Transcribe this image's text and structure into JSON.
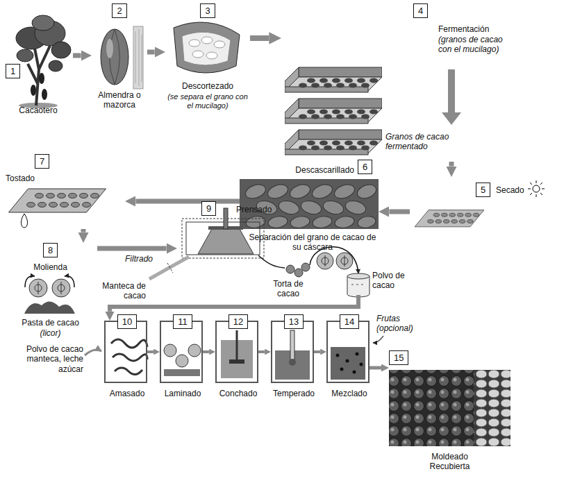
{
  "diagram": {
    "nodes": [
      {
        "text": [
          "1",
          "Cacaotero"
        ]
      },
      {
        "text": [
          "2",
          "Almendra o mazorca"
        ]
      },
      {
        "text": [
          "3",
          "Descortezado",
          "(se separa el grano con el mucilago)"
        ]
      },
      {
        "text": [
          "4",
          "Fermentación",
          "(granos de cacao con el mucilago)",
          "Granos de cacao fermentado"
        ]
      },
      {
        "text": [
          "5",
          "Secado"
        ]
      },
      {
        "text": [
          "6",
          "Descascarillado",
          "Separación del grano de cacao de su cáscara"
        ]
      },
      {
        "text": [
          "7",
          "Tostado"
        ]
      },
      {
        "text": [
          "8",
          "Molienda",
          "Pasta de cacao",
          "(licor)"
        ]
      },
      {
        "text": [
          "9",
          "Prensado"
        ]
      },
      {
        "text": [
          "10",
          "Amasado"
        ]
      },
      {
        "text": [
          "11",
          "Laminado"
        ]
      },
      {
        "text": [
          "12",
          "Conchado"
        ]
      },
      {
        "text": [
          "13",
          "Temperado"
        ]
      },
      {
        "text": [
          "14",
          "Mezclado"
        ]
      },
      {
        "text": [
          "15",
          "Moldeado Recubierta"
        ]
      }
    ],
    "edges": [
      {
        "from": 0,
        "to": 1,
        "arrow": "to"
      },
      {
        "from": 1,
        "to": 2,
        "arrow": "to"
      },
      {
        "from": 2,
        "to": 3,
        "arrow": "to"
      },
      {
        "from": 3,
        "to": 4,
        "arrow": "to"
      },
      {
        "from": 4,
        "to": 5,
        "arrow": "to"
      },
      {
        "from": 5,
        "to": 6,
        "arrow": "to"
      },
      {
        "from": 6,
        "to": 7,
        "arrow": "to"
      },
      {
        "from": 7,
        "to": 8,
        "arrow": "to"
      },
      {
        "from": 8,
        "to": 9,
        "arrow": "to"
      },
      {
        "from": 9,
        "to": 10,
        "arrow": "to"
      },
      {
        "from": 10,
        "to": 11,
        "arrow": "to"
      },
      {
        "from": 11,
        "to": 12,
        "arrow": "to"
      },
      {
        "from": 12,
        "to": 13,
        "arrow": "to"
      },
      {
        "from": 13,
        "to": 14,
        "arrow": "to"
      }
    ],
    "labels": [
      "Filtrado",
      "Manteca de cacao",
      "Torta de cacao",
      "Polvo de cacao",
      "Polvo de cacao manteca, leche azúcar",
      "Frutas (opcional)"
    ]
  }
}
